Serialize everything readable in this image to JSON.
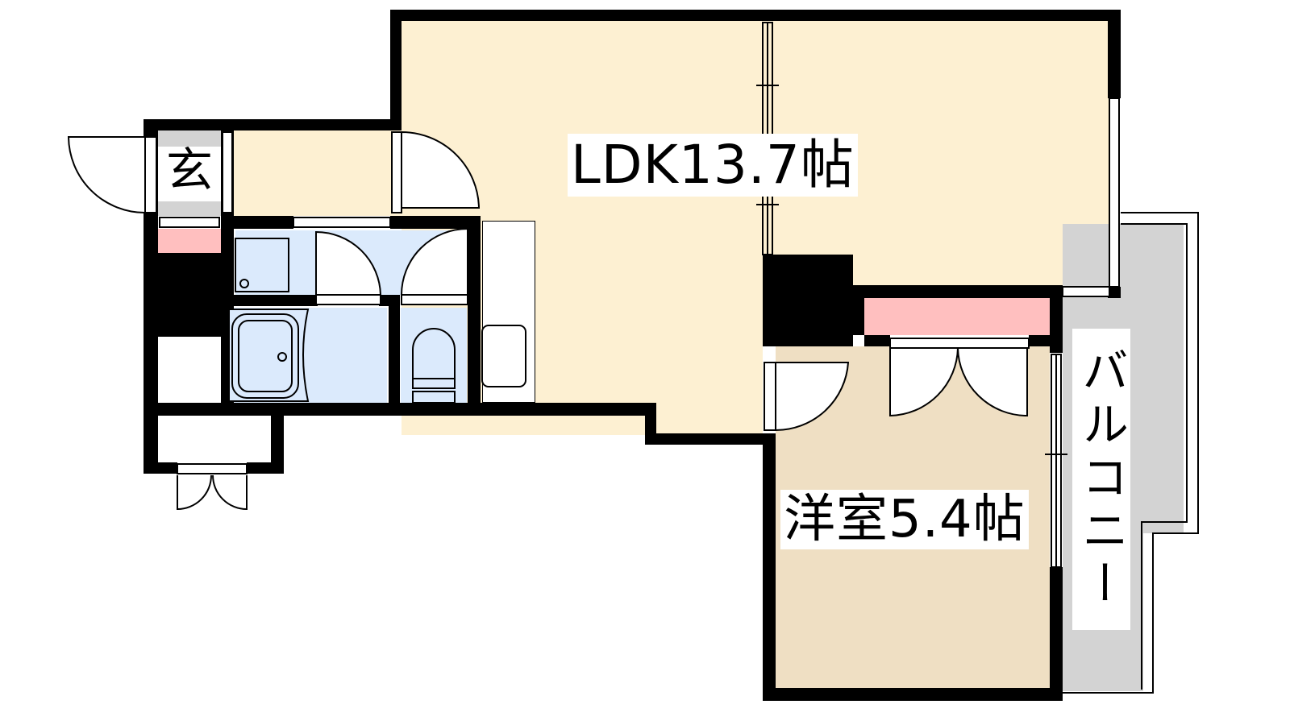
{
  "floorplan": {
    "rooms": {
      "entrance": {
        "label": "玄",
        "color": "#d3d3d3"
      },
      "ldk": {
        "label": "LDK13.7帖",
        "color": "#fdf0d2"
      },
      "western_room": {
        "label": "洋室5.4帖",
        "color": "#efdfc3"
      },
      "balcony": {
        "label": "バルコニー",
        "color": "#d3d3d3"
      },
      "wet_area": {
        "color": "#dbeafc"
      },
      "closet": {
        "color": "#ffbfbf"
      },
      "hallway": {
        "color": "#fdf0d2"
      }
    },
    "colors": {
      "wall": "#000000",
      "door_fill": "#ffffff",
      "line": "#000000"
    }
  }
}
